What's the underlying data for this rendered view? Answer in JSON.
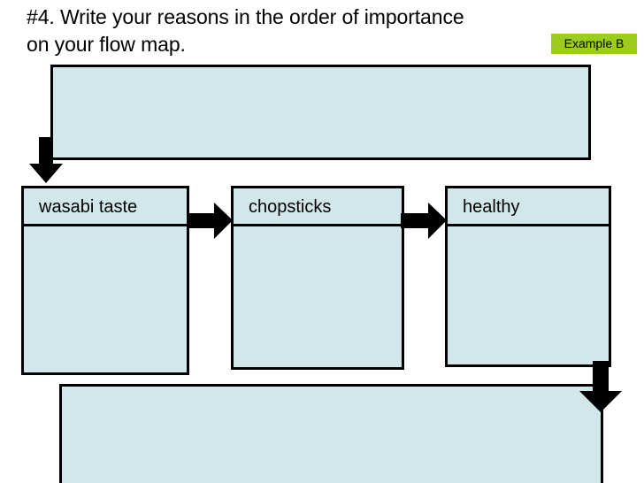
{
  "slide": {
    "title": "#4. Write your reasons in the order of importance\n   on your flow map.",
    "badge": "Example B",
    "colors": {
      "box_fill": "#D2E7EA",
      "box_stroke": "#000000",
      "badge_fill": "#9BCC1E",
      "arrow_fill": "#000000",
      "background": "#FFFFFF"
    }
  },
  "flow_map": {
    "top_note_box": {
      "text": ""
    },
    "bottom_note_box": {
      "text": ""
    },
    "reasons": [
      {
        "label": "wasabi taste",
        "body": ""
      },
      {
        "label": "chopsticks",
        "body": ""
      },
      {
        "label": "healthy",
        "body": ""
      }
    ],
    "connectors": [
      {
        "name": "arrow-down-left",
        "direction": "down"
      },
      {
        "name": "arrow-right-1",
        "direction": "right"
      },
      {
        "name": "arrow-right-2",
        "direction": "right"
      },
      {
        "name": "arrow-down-right",
        "direction": "down"
      }
    ]
  }
}
